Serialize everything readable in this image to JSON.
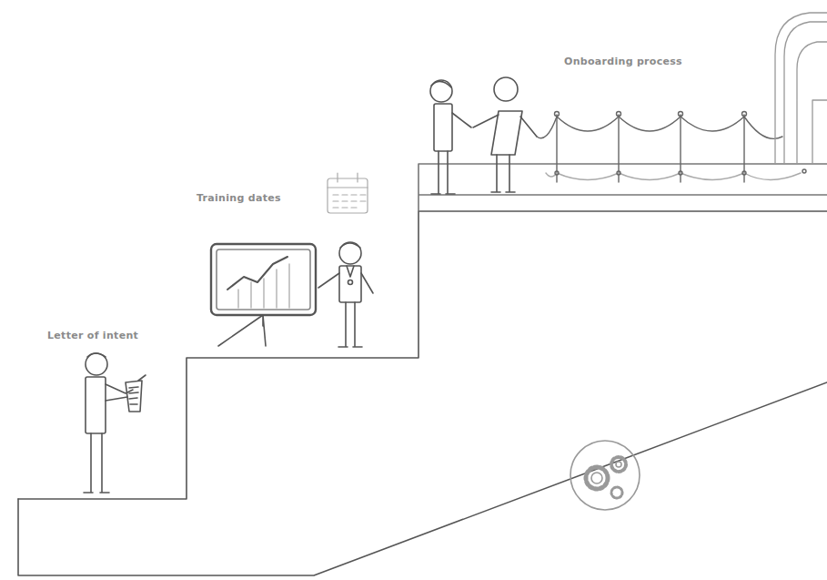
{
  "diagram": {
    "labels": [
      "Letter of intent",
      "Training dates",
      "Onboarding process"
    ]
  }
}
